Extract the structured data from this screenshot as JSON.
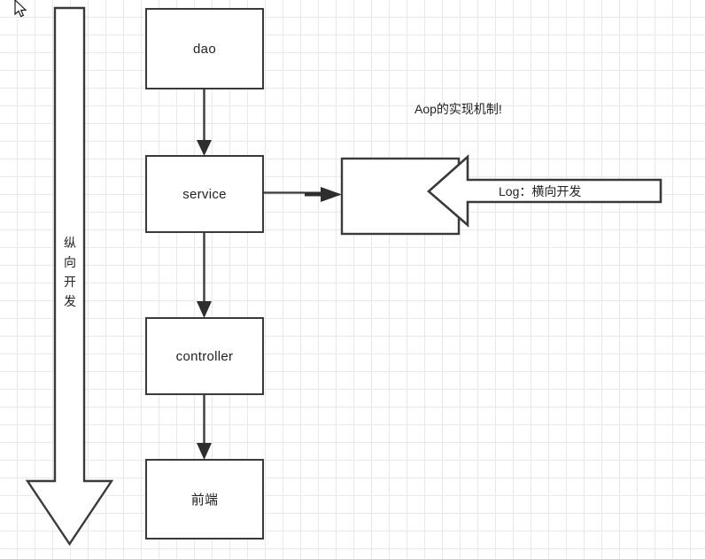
{
  "diagram": {
    "title": "Aop的实现机制!",
    "nodes": [
      {
        "id": "dao",
        "label": "dao"
      },
      {
        "id": "service",
        "label": "service"
      },
      {
        "id": "controller",
        "label": "controller"
      },
      {
        "id": "frontend",
        "label": "前端"
      },
      {
        "id": "aspect",
        "label": ""
      }
    ],
    "vertical_arrow": {
      "label_chars": [
        "纵",
        "向",
        "开",
        "发"
      ],
      "label": "纵向开发",
      "direction": "down"
    },
    "horizontal_arrow": {
      "label": "Log：横向开发",
      "direction": "left"
    },
    "connectors": [
      {
        "from": "dao",
        "to": "service",
        "direction": "down"
      },
      {
        "from": "service",
        "to": "controller",
        "direction": "down"
      },
      {
        "from": "controller",
        "to": "frontend",
        "direction": "down"
      },
      {
        "from": "service",
        "to": "aspect",
        "direction": "right"
      }
    ],
    "colors": {
      "stroke": "#3a3a3a",
      "grid": "#e9e9e9",
      "background": "#ffffff",
      "text": "#222222"
    }
  },
  "cursor": {
    "icon": "mouse-pointer-icon"
  }
}
